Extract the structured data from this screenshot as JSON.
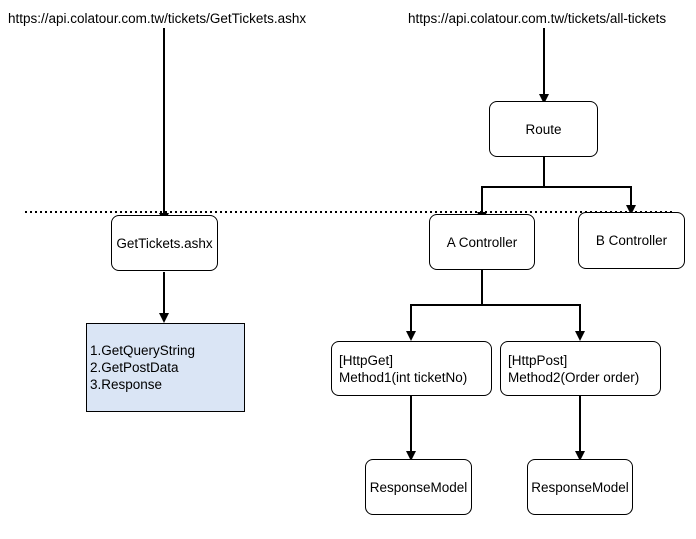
{
  "urls": {
    "left": "https://api.colatour.com.tw/tickets/GetTickets.ashx",
    "right": "https://api.colatour.com.tw/tickets/all-tickets"
  },
  "nodes": {
    "route": "Route",
    "getTickets": "GetTickets.ashx",
    "aController": "A Controller",
    "bController": "B Controller",
    "method1": {
      "attribute": "[HttpGet]",
      "signature": "Method1(int ticketNo)"
    },
    "method2": {
      "attribute": "[HttpPost]",
      "signature": "Method2(Order order)"
    },
    "responseModel1": "ResponseModel",
    "responseModel2": "ResponseModel"
  },
  "steps": [
    "1.GetQueryString",
    "2.GetPostData",
    "3.Response"
  ],
  "colors": {
    "stepsFill": "#dae5f5",
    "stroke": "#000000"
  }
}
